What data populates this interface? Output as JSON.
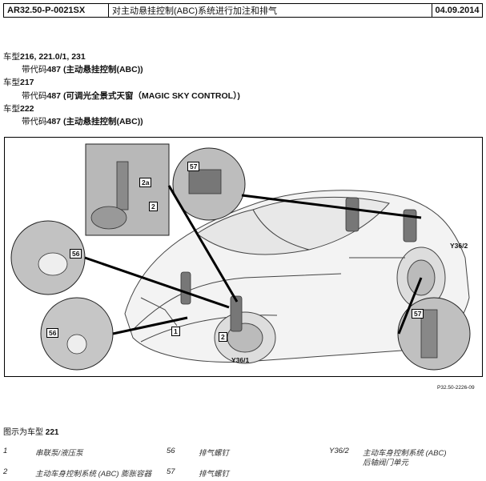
{
  "header": {
    "code": "AR32.50-P-0021SX",
    "title": "对主动悬挂控制(ABC)系统进行加注和排气",
    "date": "04.09.2014"
  },
  "models": [
    {
      "prefix": "车型",
      "model": "216, 221.0/1, 231",
      "code_prefix": "带代码",
      "code": "487",
      "desc": " (主动悬挂控制(ABC))"
    },
    {
      "prefix": "车型",
      "model": "217",
      "code_prefix": "带代码",
      "code": "487",
      "desc": " (可调光全景式天窗（MAGIC SKY CONTROL）)"
    },
    {
      "prefix": "车型",
      "model": "222",
      "code_prefix": "带代码",
      "code": "487",
      "desc": " (主动悬挂控制(ABC))"
    }
  ],
  "figure": {
    "callouts": {
      "c2a": "2a",
      "c2_top": "2",
      "c57_top": "57",
      "c56_left": "56",
      "c56_lower": "56",
      "c57_right": "57",
      "cY36_2": "Y36/2",
      "cY36_1": "Y36/1",
      "c1": "1",
      "c2_mid": "2"
    },
    "id": "P32.50-2226-09"
  },
  "caption": {
    "prefix": "图示为车型 ",
    "model": "221"
  },
  "legend": [
    {
      "num": "1",
      "text": "串联泵/液压泵"
    },
    {
      "num": "56",
      "text": "排气螺钉"
    },
    {
      "num": "Y36/2",
      "text": "主动车身控制系统 (ABC)",
      "text2": "后轴阀门单元"
    },
    {
      "num": "2",
      "text": "主动车身控制系统 (ABC) 膨胀容器"
    },
    {
      "num": "57",
      "text": "排气螺钉"
    }
  ]
}
